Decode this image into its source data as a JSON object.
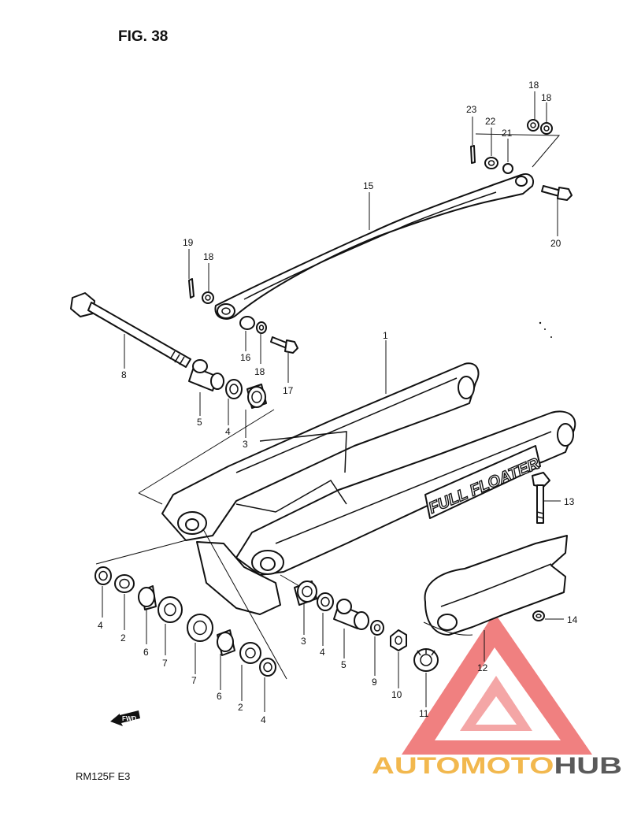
{
  "figure": {
    "title": "FIG. 38",
    "model_code": "RM125F  E3",
    "decal_text": "FULL FLOATER",
    "fwd_label": "FWD"
  },
  "parts": [
    {
      "id": "p1",
      "label": "1"
    },
    {
      "id": "p2a",
      "label": "2"
    },
    {
      "id": "p2b",
      "label": "2"
    },
    {
      "id": "p3a",
      "label": "3"
    },
    {
      "id": "p3b",
      "label": "3"
    },
    {
      "id": "p4a",
      "label": "4"
    },
    {
      "id": "p4b",
      "label": "4"
    },
    {
      "id": "p4c",
      "label": "4"
    },
    {
      "id": "p4d",
      "label": "4"
    },
    {
      "id": "p5a",
      "label": "5"
    },
    {
      "id": "p5b",
      "label": "5"
    },
    {
      "id": "p6a",
      "label": "6"
    },
    {
      "id": "p6b",
      "label": "6"
    },
    {
      "id": "p7a",
      "label": "7"
    },
    {
      "id": "p7b",
      "label": "7"
    },
    {
      "id": "p8",
      "label": "8"
    },
    {
      "id": "p9",
      "label": "9"
    },
    {
      "id": "p10",
      "label": "10"
    },
    {
      "id": "p11",
      "label": "11"
    },
    {
      "id": "p12",
      "label": "12"
    },
    {
      "id": "p13",
      "label": "13"
    },
    {
      "id": "p14",
      "label": "14"
    },
    {
      "id": "p15",
      "label": "15"
    },
    {
      "id": "p16",
      "label": "16"
    },
    {
      "id": "p17",
      "label": "17"
    },
    {
      "id": "p18a",
      "label": "18"
    },
    {
      "id": "p18b",
      "label": "18"
    },
    {
      "id": "p18c",
      "label": "18"
    },
    {
      "id": "p18d",
      "label": "18"
    },
    {
      "id": "p19",
      "label": "19"
    },
    {
      "id": "p20",
      "label": "20"
    },
    {
      "id": "p21",
      "label": "21"
    },
    {
      "id": "p22",
      "label": "22"
    },
    {
      "id": "p23",
      "label": "23"
    }
  ],
  "watermark": {
    "brand_part1": "AUTOMOTO",
    "brand_part2": "HUB",
    "color_primary": "#f2b84e",
    "color_secondary": "#5a5a5a",
    "logo_color": "#ee6b6b"
  }
}
